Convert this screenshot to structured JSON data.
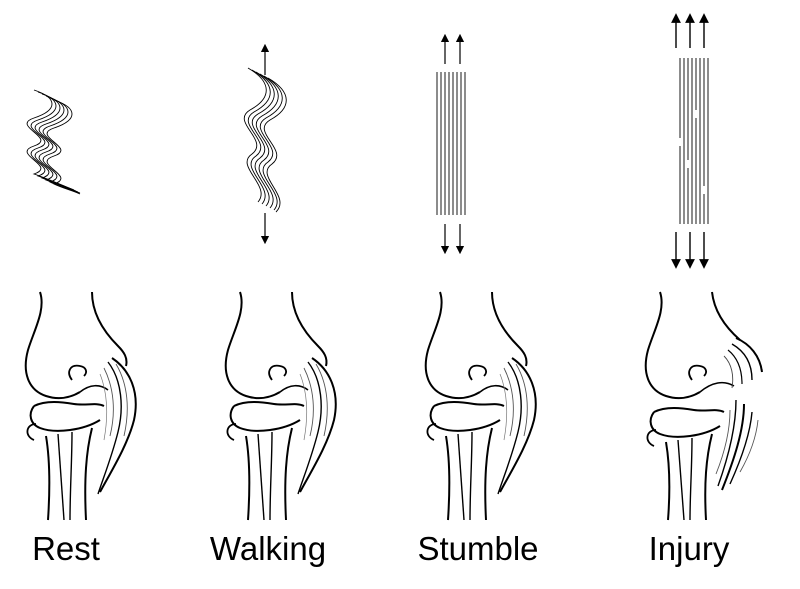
{
  "stages": [
    {
      "label": "Rest",
      "fiber_state": "crimped",
      "arrows": 0
    },
    {
      "label": "Walking",
      "fiber_state": "crimped",
      "arrows": 1
    },
    {
      "label": "Stumble",
      "fiber_state": "straight",
      "arrows": 2
    },
    {
      "label": "Injury",
      "fiber_state": "torn",
      "arrows": 3
    }
  ],
  "colors": {
    "ink": "#000000",
    "background": "#ffffff"
  }
}
